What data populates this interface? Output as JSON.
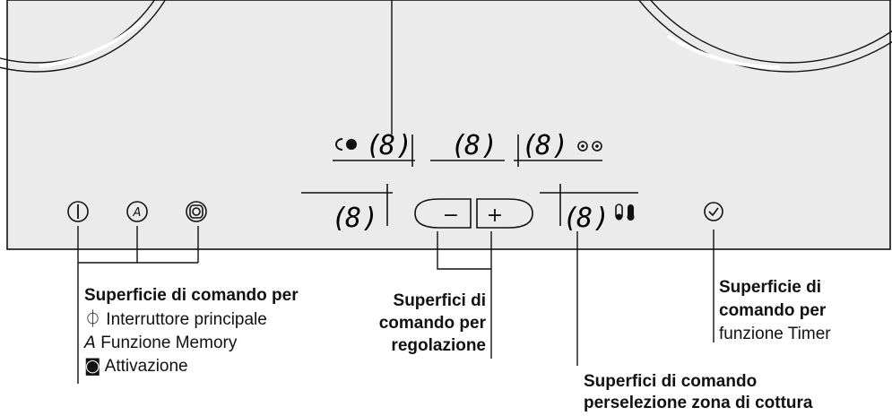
{
  "display": {
    "digit": "8",
    "open_bracket": "(",
    "close_bracket": ")",
    "minus": "−",
    "plus": "+"
  },
  "labels": {
    "main_group": {
      "title": "Superficie di comando per",
      "items": [
        {
          "icon": "power-icon",
          "text": "Interruttore principale"
        },
        {
          "icon": "memory-icon",
          "glyph": "A",
          "text": "Funzione Memory"
        },
        {
          "icon": "activation-icon",
          "text": "Attivazione"
        }
      ]
    },
    "regulation": {
      "lines": [
        "Superfici di",
        "comando per",
        "regolazione"
      ]
    },
    "timer": {
      "lines": [
        "Superficie di",
        "comando per"
      ],
      "sub": "funzione Timer"
    },
    "zone": {
      "lines": [
        "Superfici di comando",
        "perselezione zona di cottura"
      ]
    }
  },
  "colors": {
    "panel": "#ebebeb",
    "stroke": "#111111",
    "zone_rim": "#ffffff"
  }
}
